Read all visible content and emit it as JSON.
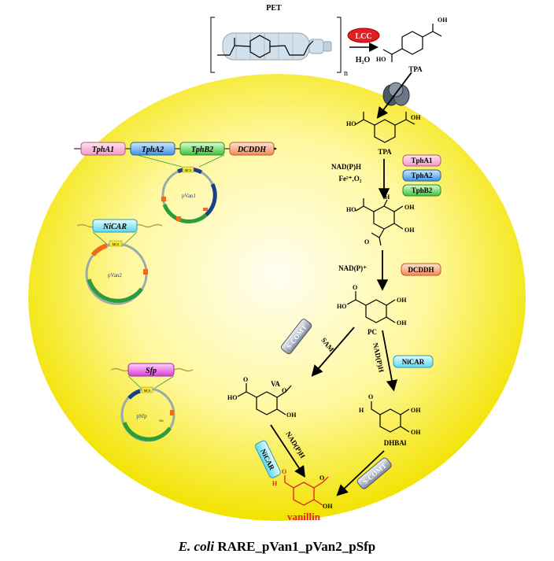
{
  "title_top": "PET",
  "caption": {
    "italic": "E. coli",
    "rest": " RARE_pVan1_pVan2_pSfp"
  },
  "reaction_top": {
    "enzyme": "LCC",
    "reagent": "H₂O",
    "product": "TPA",
    "subscript_n": "n"
  },
  "genes": {
    "tphA1": "TphA1",
    "tphA2": "TphA2",
    "tphB2": "TphB2",
    "dcddh": "DCDDH",
    "nicar": "NiCAR",
    "sfp": "Sfp"
  },
  "plasmids": {
    "pvan1": "pVan1",
    "pvan2": "pVan2",
    "psfp": "pSfp",
    "mcs": "MCS",
    "ori": "Ori"
  },
  "pathway": {
    "tpa_label": "TPA",
    "cofactor1": "NAD(P)H",
    "cofactor1b": "Fe²⁺,O₂",
    "enz_tpha1": "TphA1",
    "enz_tpha2": "TphA2",
    "enz_tphb2": "TphB2",
    "cofactor2": "NAD(P)⁺",
    "enz_dcddh": "DCDDH",
    "pc_label": "PC",
    "enz_scomt": "S-COMT",
    "sam": "SAM",
    "va_label": "VA",
    "nadph_right": "NAD(P)H",
    "enz_nicar_right": "NiCAR",
    "dhbal_label": "DHBAl",
    "nadph_left": "NAD(P)H",
    "enz_nicar_left": "NiCAR",
    "enz_scomt2": "S-COMT",
    "product": "vanillin"
  },
  "colors": {
    "cell_center": "#fffde0",
    "cell_edge": "#f3e600",
    "red": "#e31e24",
    "pink": "#f7b6d2",
    "blue": "#5aaef0",
    "green": "#5fd35a",
    "orange": "#f5a37a",
    "cyan": "#7fe3f5",
    "magenta": "#e75ce6",
    "grey": "#8a95a5",
    "plasmid_green": "#2e9b3a",
    "plasmid_navy": "#1c3f8a",
    "plasmid_orange": "#f06b16"
  }
}
